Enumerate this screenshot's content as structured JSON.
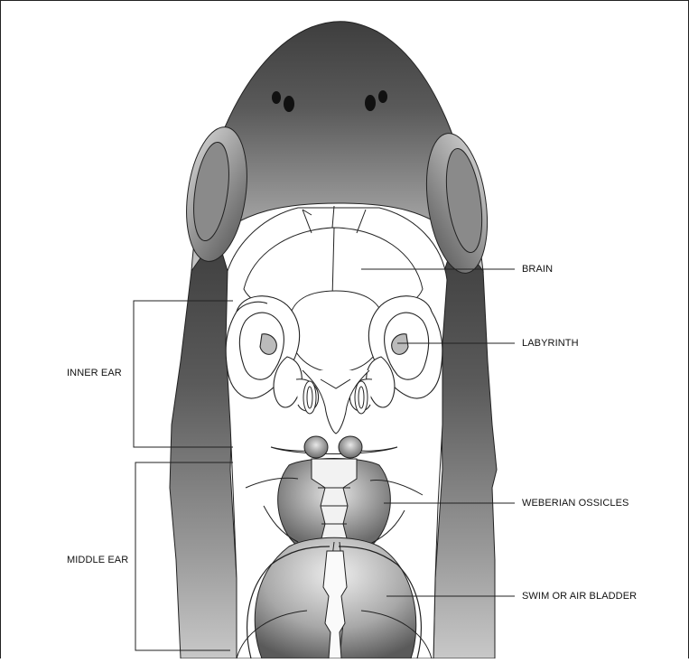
{
  "labels": {
    "brain": "BRAIN",
    "labyrinth": "LABYRINTH",
    "weberian_ossicles": "WEBERIAN OSSICLES",
    "swim_bladder": "SWIM OR AIR BLADDER",
    "inner_ear": "INNER EAR",
    "middle_ear": "MIDDLE EAR"
  },
  "colors": {
    "head_dark": "#4a4a4a",
    "head_light": "#c4c4c4",
    "outline": "#222222",
    "background": "#ffffff"
  }
}
